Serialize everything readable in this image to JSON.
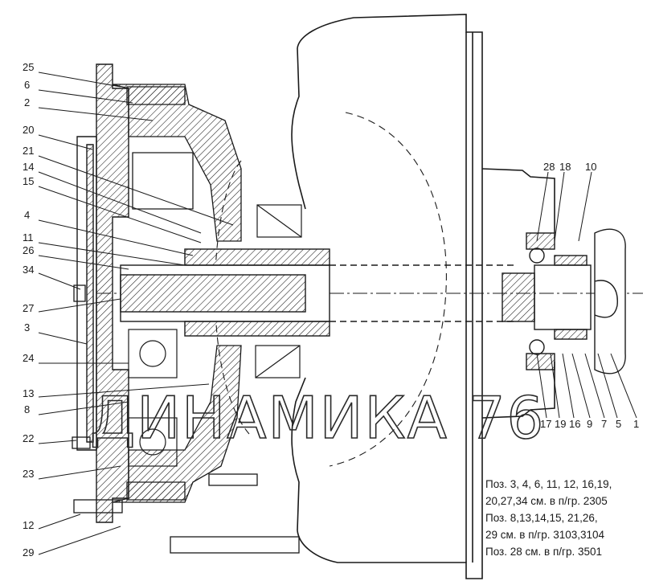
{
  "callouts_left": [
    "25",
    "6",
    "2",
    "20",
    "21",
    "14",
    "15",
    "4",
    "11",
    "26",
    "34",
    "27",
    "3",
    "24",
    "13",
    "8",
    "22",
    "23",
    "12",
    "29"
  ],
  "callouts_top_right": [
    "28",
    "18",
    "10"
  ],
  "callouts_bottom_right": [
    "17",
    "19",
    "16",
    "9",
    "7",
    "5",
    "1"
  ],
  "watermark": "ДИНАМИКА 76",
  "notes": [
    "Поз. 3, 4, 6, 11, 12, 16,19,",
    "20,27,34 см. в п/гр. 2305",
    "Поз. 8,13,14,15, 21,26,",
    "29 см. в п/гр. 3103,3104",
    "Поз. 28 см. в п/гр. 3501"
  ],
  "colors": {
    "ink": "#1a1a1a",
    "paper": "#ffffff"
  }
}
